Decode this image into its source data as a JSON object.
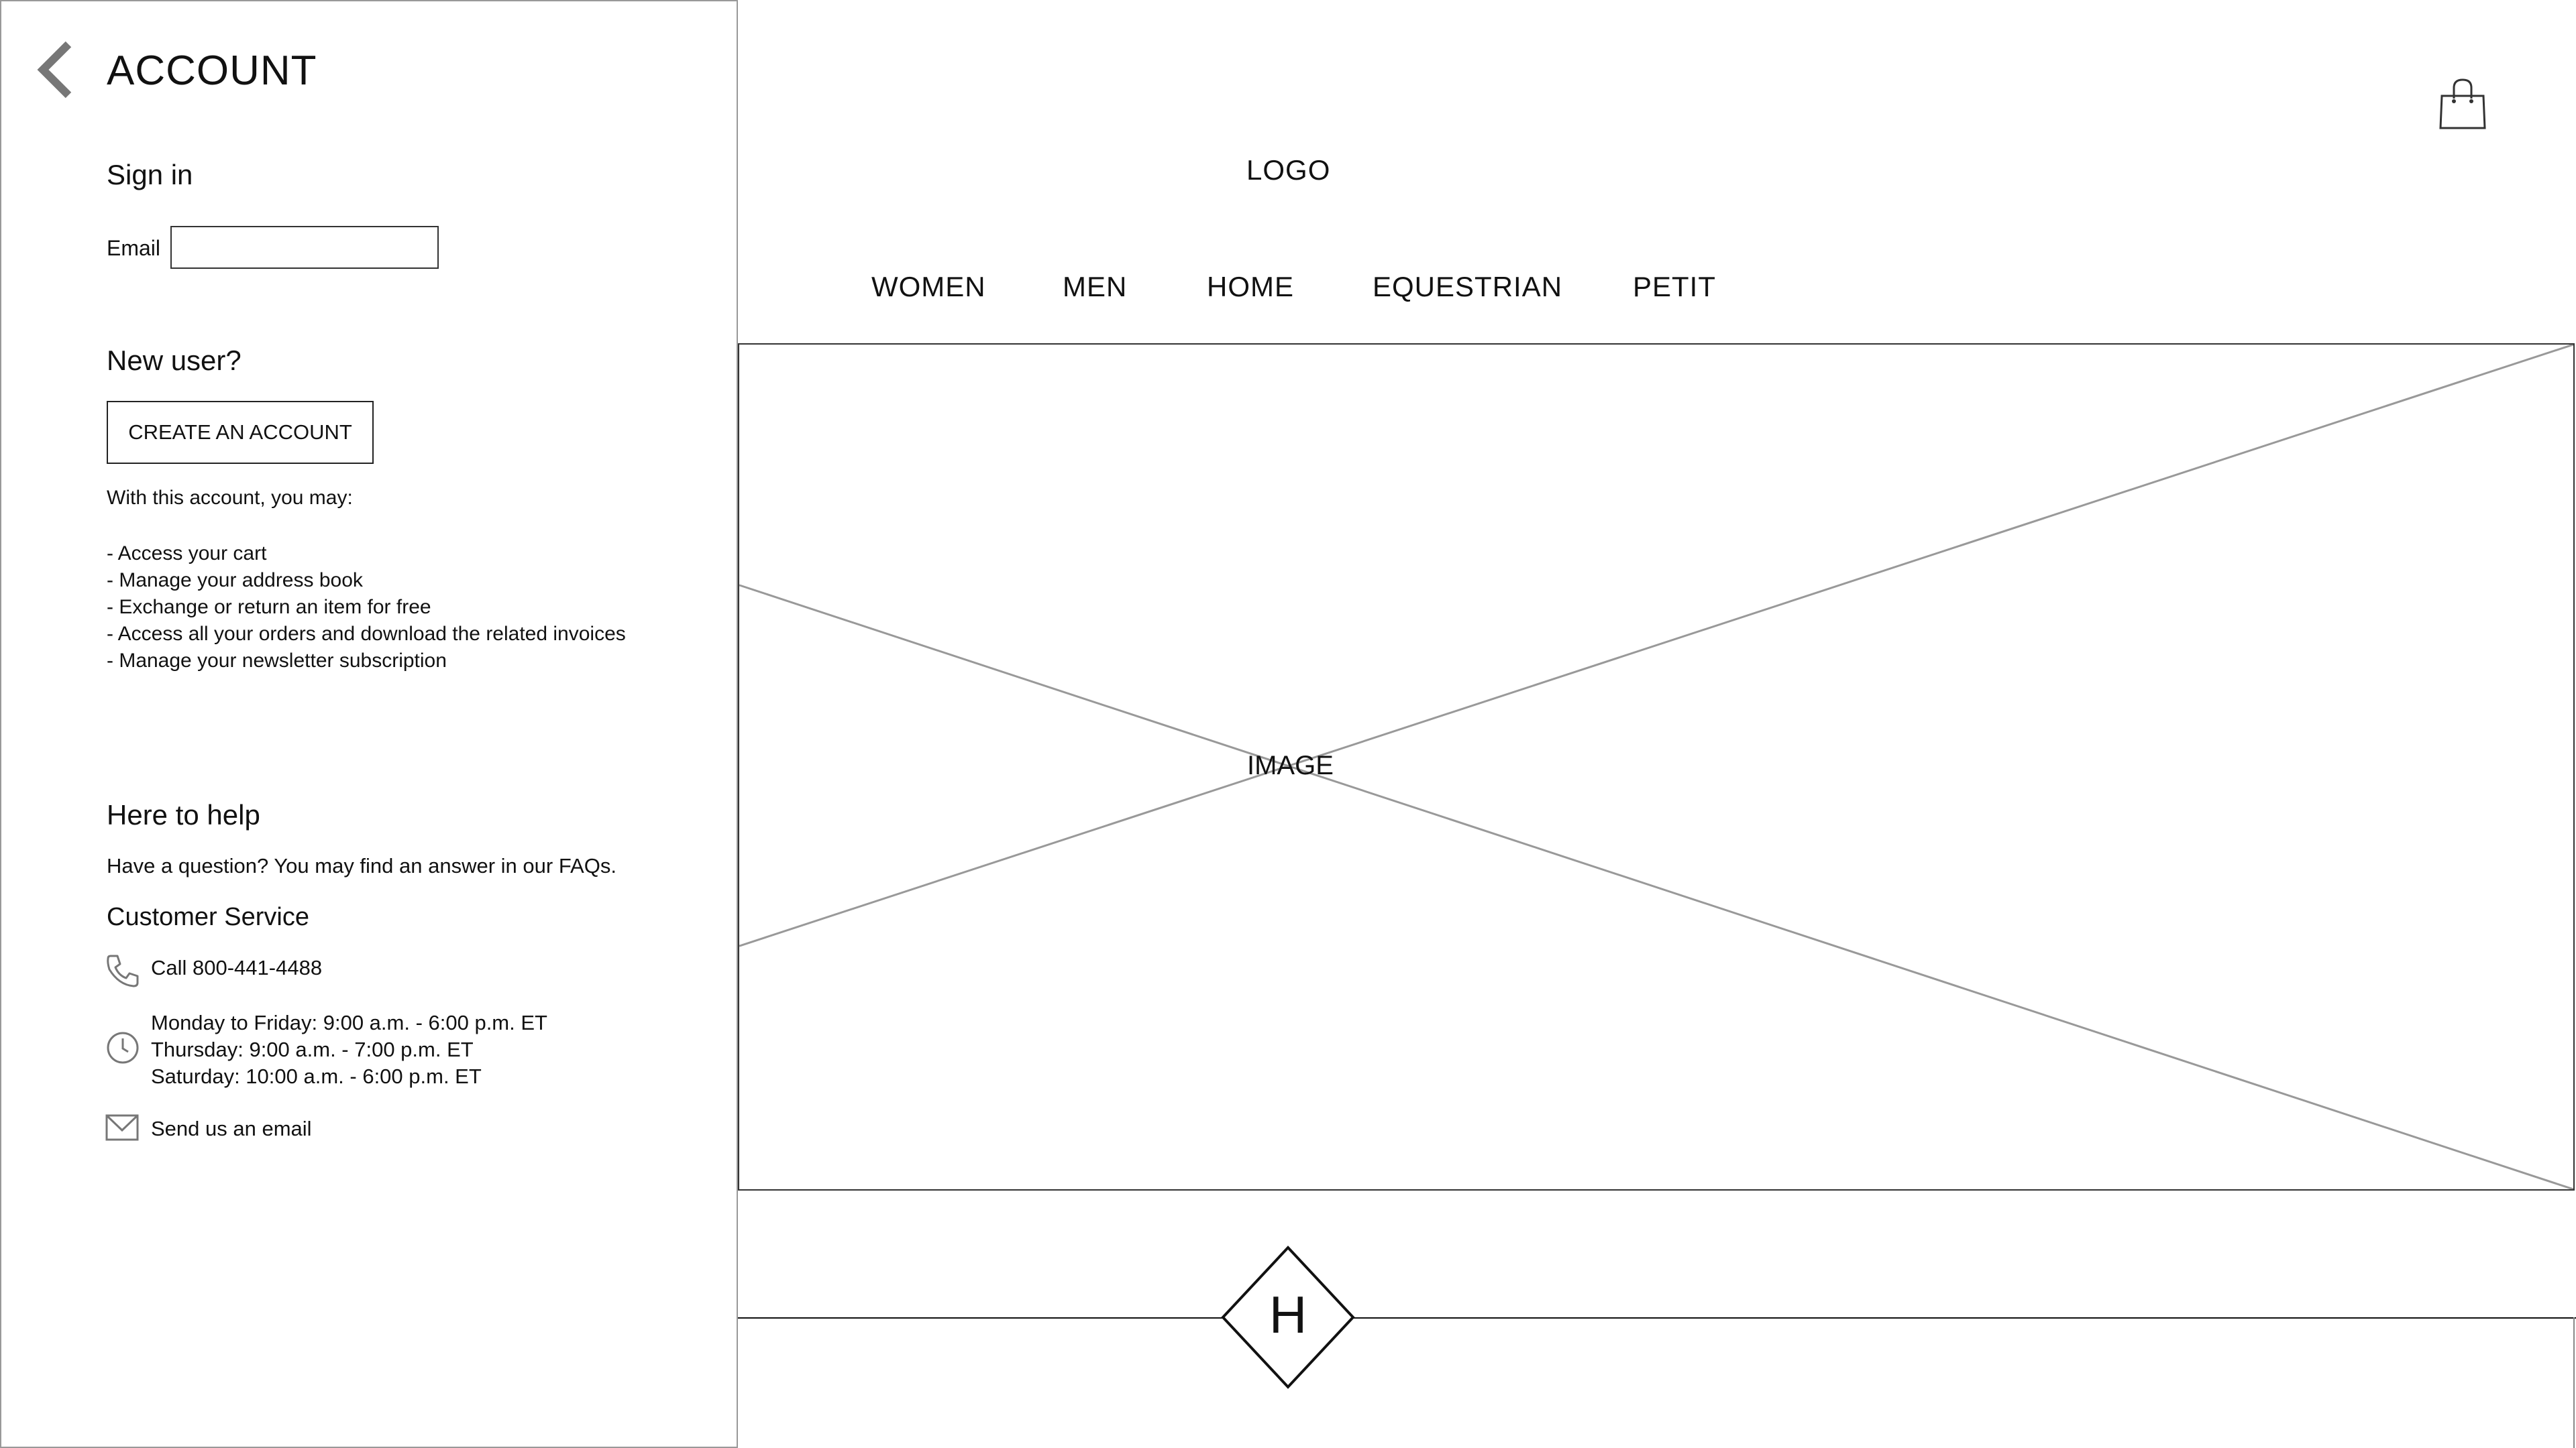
{
  "header": {
    "logo_text": "LOGO",
    "cart_icon": "shopping-bag-icon"
  },
  "nav": {
    "items": [
      {
        "label": "WOMEN"
      },
      {
        "label": "MEN"
      },
      {
        "label": "HOME"
      },
      {
        "label": "EQUESTRIAN"
      },
      {
        "label": "PETIT"
      }
    ]
  },
  "hero": {
    "label": "IMAGE"
  },
  "footer": {
    "brand_letter": "H"
  },
  "account_panel": {
    "back_icon": "chevron-left-icon",
    "title": "ACCOUNT",
    "sign_in": {
      "title": "Sign in",
      "email_label": "Email",
      "email_value": ""
    },
    "new_user": {
      "title": "New user?",
      "create_button": "CREATE AN ACCOUNT",
      "intro": "With this account, you may:",
      "benefits": [
        "- Access your cart",
        "- Manage your address book",
        "- Exchange or return an item for free",
        "- Access all your orders and download the related invoices",
        "- Manage your newsletter subscription"
      ]
    },
    "help": {
      "title": "Here to help",
      "faq_text": "Have a question? You may find an answer in our FAQs.",
      "customer_service_title": "Customer Service",
      "phone_icon": "phone-icon",
      "phone_text": "Call 800-441-4488",
      "clock_icon": "clock-icon",
      "hours": [
        "Monday to Friday: 9:00 a.m. - 6:00 p.m. ET",
        "Thursday: 9:00 a.m. - 7:00 p.m. ET",
        "Saturday: 10:00 a.m. - 6:00 p.m. ET"
      ],
      "mail_icon": "envelope-icon",
      "email_link": "Send us an email"
    }
  },
  "colors": {
    "line": "#333333",
    "panel_border": "#999999",
    "icon_gray": "#777777"
  }
}
